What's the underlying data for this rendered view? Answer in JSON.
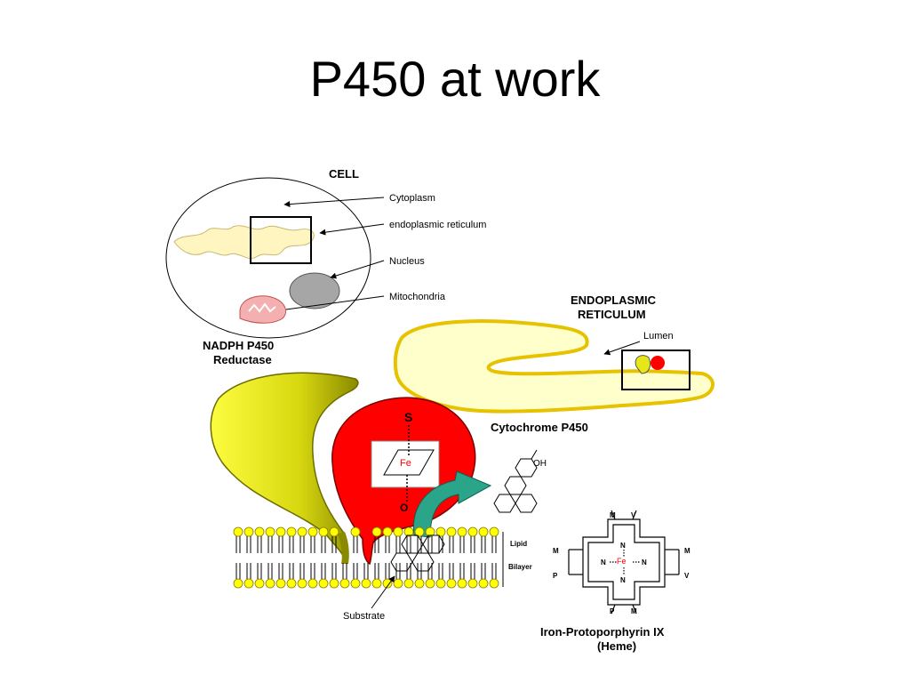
{
  "slide": {
    "title": "P450 at work"
  },
  "cell": {
    "title": "CELL",
    "labels": {
      "cytoplasm": "Cytoplasm",
      "er": "endoplasmic reticulum",
      "nucleus": "Nucleus",
      "mitochondria": "Mitochondria"
    }
  },
  "er_panel": {
    "title_line1": "ENDOPLASMIC",
    "title_line2": "RETICULUM",
    "lumen": "Lumen"
  },
  "reductase": {
    "line1": "NADPH P450",
    "line2": "Reductase"
  },
  "cytochrome": {
    "label": "Cytochrome P450",
    "s": "S",
    "fe": "Fe",
    "o": "O"
  },
  "membrane": {
    "lipid": "Lipid",
    "bilayer": "Bilayer",
    "substrate": "Substrate"
  },
  "product": {
    "oh": "OH"
  },
  "heme": {
    "line1": "Iron-Protoporphyrin IX",
    "line2": "(Heme)",
    "m": "M",
    "v": "V",
    "p": "P",
    "n": "N",
    "fe": "Fe"
  },
  "colors": {
    "yellow": "#e6e619",
    "red": "#ff0000",
    "er_fill": "#ffffcc",
    "teal": "#2aa58a",
    "nucleus": "#a6a6a6",
    "mito": "#f08080",
    "membrane_head": "#ffff00"
  }
}
